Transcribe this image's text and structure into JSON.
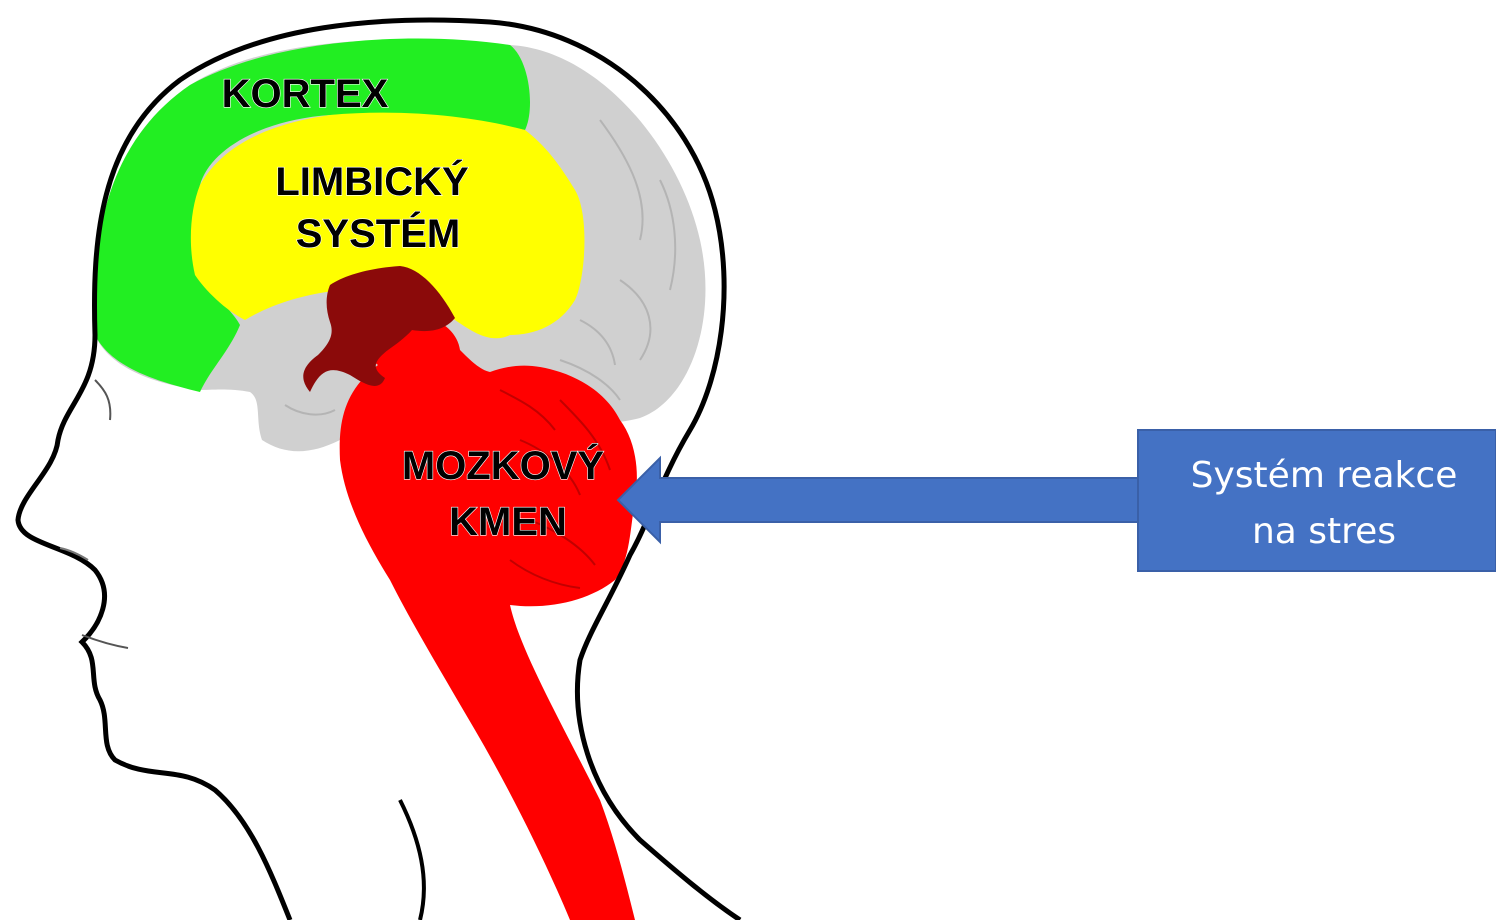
{
  "colors": {
    "background": "#ffffff",
    "outline": "#000000",
    "kortex": "#22ee22",
    "limbic": "#ffff00",
    "brain_grey": "#d0d0d0",
    "stem": "#ff0000",
    "thalamus": "#8b0a0a",
    "callout": "#4472c4",
    "callout_text": "#ffffff",
    "label_text": "#000000"
  },
  "labels": {
    "kortex": "KORTEX",
    "limbic_line1": "LIMBICKÝ",
    "limbic_line2": "SYSTÉM",
    "stem_line1": "MOZKOVÝ",
    "stem_line2": "KMEN"
  },
  "callout": {
    "line1": "Systém reakce",
    "line2": "na stres"
  }
}
